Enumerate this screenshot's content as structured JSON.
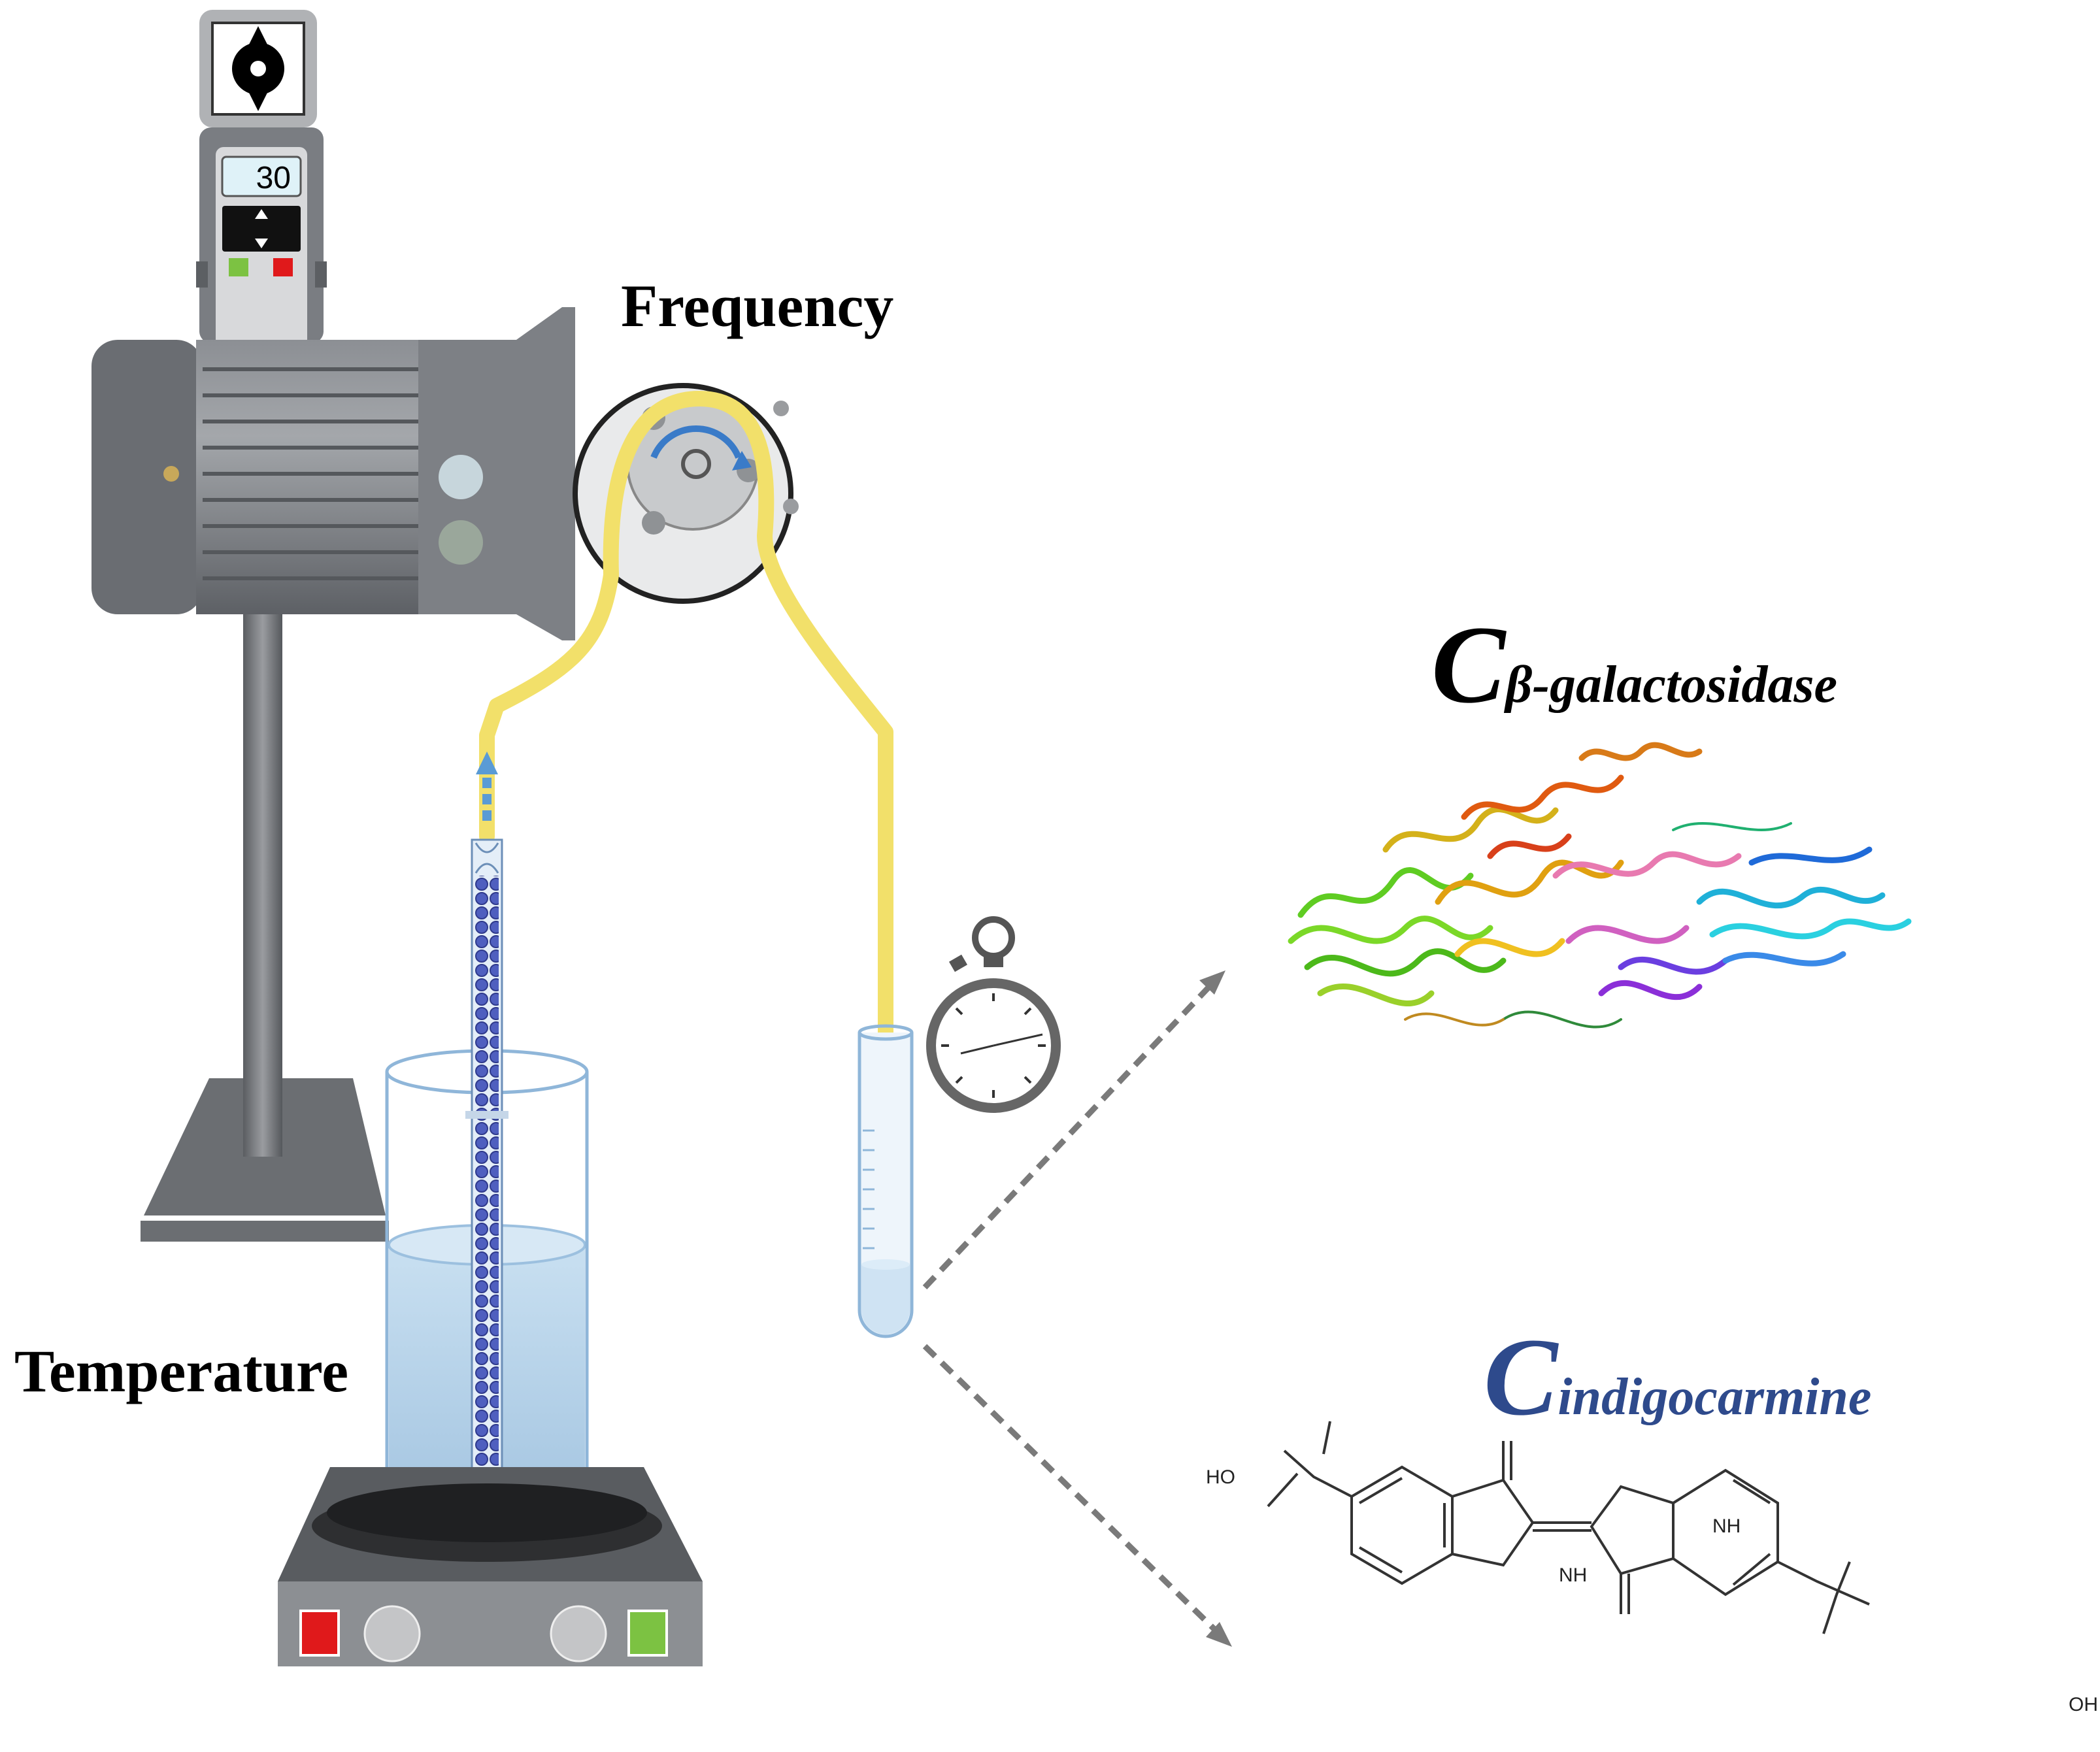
{
  "labels": {
    "frequency": "Frequency",
    "temperature": "Temperature"
  },
  "controller": {
    "display_value": "30"
  },
  "concentrations": {
    "beta": {
      "symbol": "C",
      "subscript": "β-galactosidase"
    },
    "indigo": {
      "symbol": "C",
      "subscript": "indigocarmine"
    }
  },
  "molecule": {
    "atoms": {
      "ho_left": "HO",
      "nh_top": "NH",
      "nh_bottom": "NH",
      "oh_right": "OH"
    }
  },
  "colors": {
    "tubing": "#f2e06a",
    "motor": "#7a7d82",
    "water": "#b7d4ea",
    "arrow": "#5a9bd5",
    "indigo_label": "#2e4a8c",
    "red_button": "#e0191b",
    "green_button": "#7cc242"
  }
}
